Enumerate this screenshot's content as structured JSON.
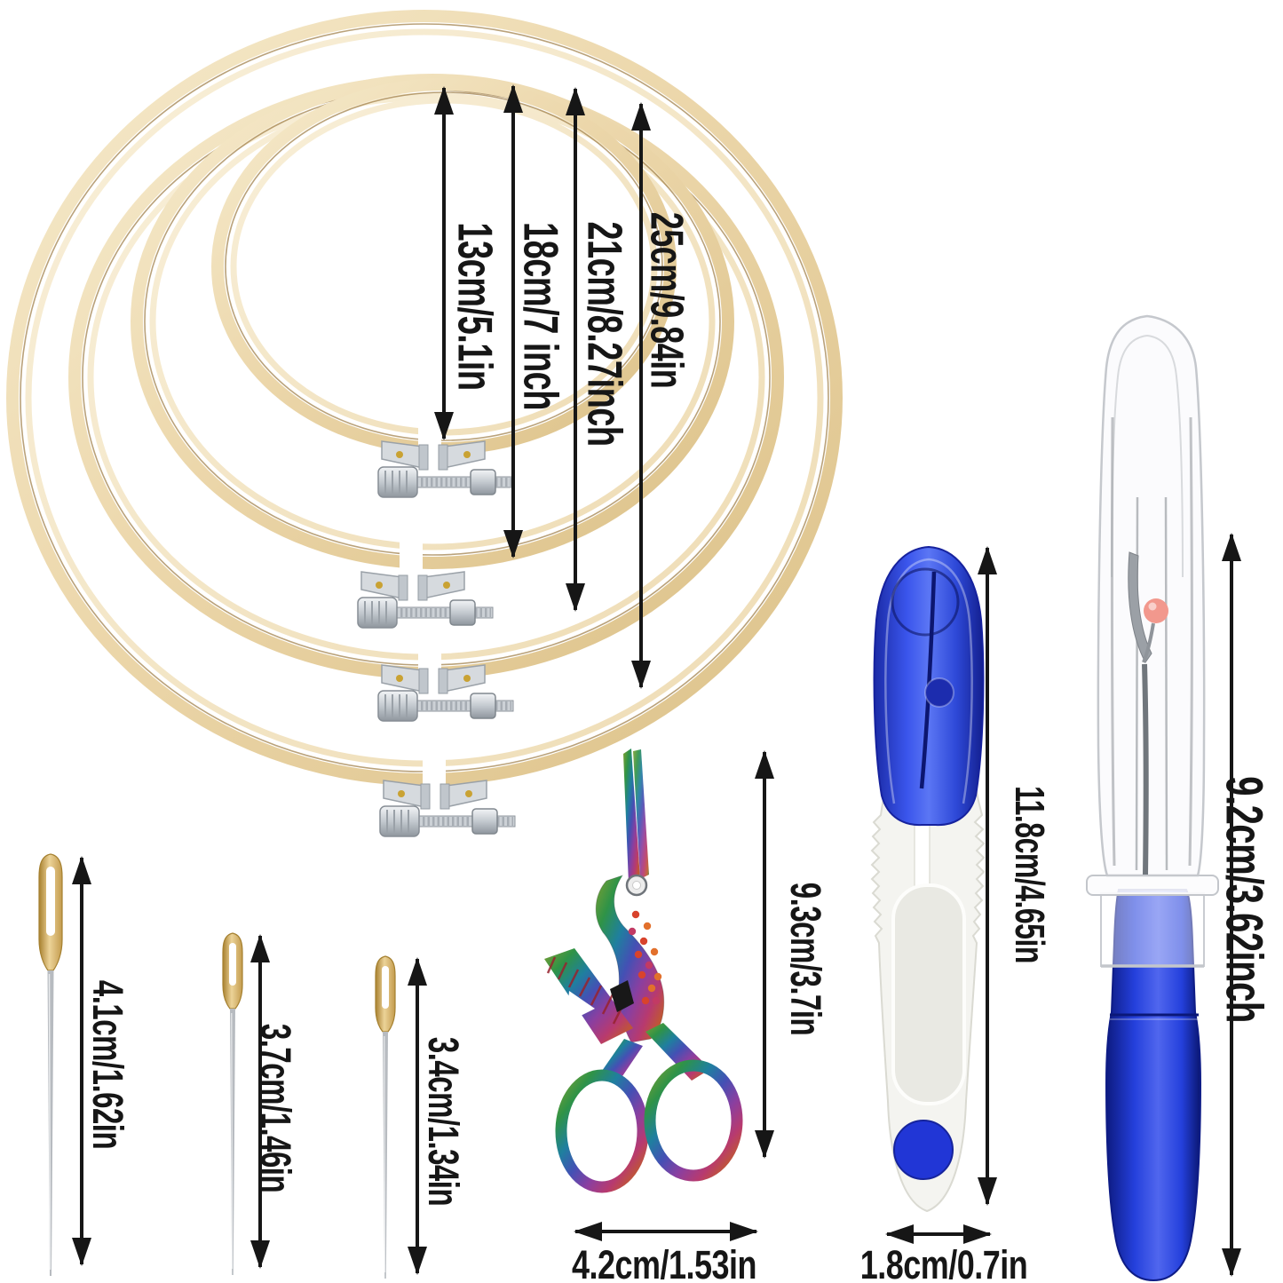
{
  "figure": {
    "type": "embroidery kit size diagram",
    "background_color": "#ffffff",
    "annotation_color": "#161616"
  },
  "items": {
    "hoops": {
      "name": "bamboo embroidery hoops",
      "count": 4,
      "wood_color": "#ecd7ab",
      "sizes": [
        {
          "label": "13cm/5.1in"
        },
        {
          "label": "18cm/7 inch"
        },
        {
          "label": "21cm/8.27inch"
        },
        {
          "label": "25cm/9.84in"
        }
      ]
    },
    "needles": {
      "name": "large-eye sewing needles",
      "count": 3,
      "eye_color": "#c89a45",
      "sizes": [
        {
          "label": "4.1cm/1.62in"
        },
        {
          "label": "3.7cm/1.46in"
        },
        {
          "label": "3.4cm/1.34in"
        }
      ]
    },
    "scissors": {
      "name": "crane-shaped embroidery scissors",
      "height_label": "9.3cm/3.7in",
      "width_label": "4.2cm/1.53in"
    },
    "thread_snips": {
      "name": "thread snips with blue cap",
      "color": "#2136d6",
      "height_label": "11.8cm/4.65in",
      "width_label": "1.8cm/0.7in"
    },
    "seam_ripper": {
      "name": "seam ripper with clear cover",
      "color": "#2440dc",
      "ball_color": "#f2988d",
      "height_label": "9.2cm/3.62inch"
    }
  }
}
